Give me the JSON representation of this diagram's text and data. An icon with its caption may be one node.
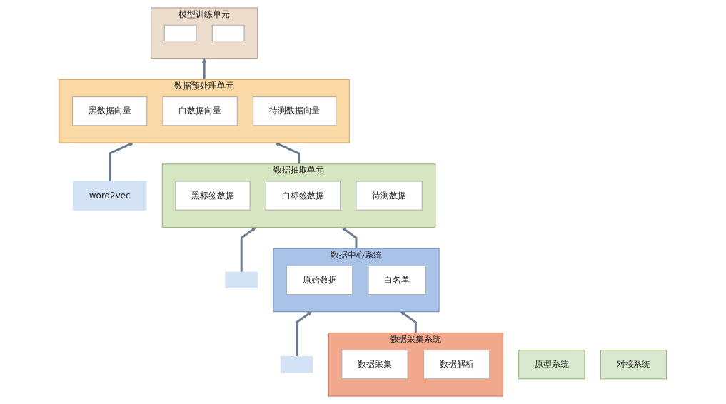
{
  "diagram": {
    "nodes": [
      {
        "text": [
          "模型训练单元"
        ]
      },
      {
        "text": [],
        "shape": "box",
        "in": 0
      },
      {
        "text": [],
        "shape": "box",
        "in": 0
      },
      {
        "text": [
          "数据预处理单元"
        ]
      },
      {
        "text": [
          "黑数据向量"
        ],
        "in": 3
      },
      {
        "text": [
          "白数据向量"
        ],
        "in": 3
      },
      {
        "text": [
          "待测数据向量"
        ],
        "in": 3
      },
      {
        "text": [
          "word2vec"
        ]
      },
      {
        "text": [
          "数据抽取单元"
        ]
      },
      {
        "text": [
          "黑标签数据"
        ],
        "in": 8
      },
      {
        "text": [
          "白标签数据"
        ],
        "in": 8
      },
      {
        "text": [
          "待测数据"
        ],
        "in": 8
      },
      {
        "text": [],
        "shape": "box"
      },
      {
        "text": [
          "数据中心系统"
        ]
      },
      {
        "text": [
          "原始数据"
        ],
        "in": 13
      },
      {
        "text": [
          "白名单"
        ],
        "in": 13
      },
      {
        "text": [],
        "shape": "box"
      },
      {
        "text": [
          "数据采集系统"
        ]
      },
      {
        "text": [
          "数据采集"
        ],
        "in": 17
      },
      {
        "text": [
          "数据解析"
        ],
        "in": 17
      },
      {
        "text": [
          "原型系统"
        ]
      },
      {
        "text": [
          "对接系统"
        ]
      }
    ],
    "edges": [
      {
        "from": 3,
        "to": 0,
        "arrow": "to"
      },
      {
        "from": 7,
        "to": 3,
        "arrow": "to"
      },
      {
        "from": 8,
        "to": 3,
        "arrow": "to"
      },
      {
        "from": 12,
        "to": 8,
        "arrow": "to"
      },
      {
        "from": 13,
        "to": 8,
        "arrow": "to"
      },
      {
        "from": 16,
        "to": 13,
        "arrow": "to"
      },
      {
        "from": 17,
        "to": 13,
        "arrow": "to"
      }
    ]
  }
}
